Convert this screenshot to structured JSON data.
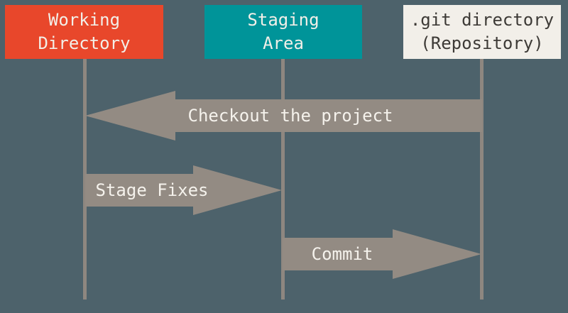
{
  "diagram": {
    "title": "git-areas-lifecycle",
    "columns": [
      {
        "id": "working-directory",
        "label": "Working\nDirectory",
        "color": "#e8472b",
        "text_color": "#f2efe8"
      },
      {
        "id": "staging-area",
        "label": "Staging\nArea",
        "color": "#009499",
        "text_color": "#f2efe8"
      },
      {
        "id": "git-directory",
        "label": ".git directory\n(Repository)",
        "color": "#f2efe9",
        "text_color": "#3d3a36"
      }
    ],
    "arrows": [
      {
        "id": "checkout",
        "label": "Checkout the project",
        "from": "git-directory",
        "to": "working-directory",
        "direction": "left"
      },
      {
        "id": "stage-fixes",
        "label": "Stage Fixes",
        "from": "working-directory",
        "to": "staging-area",
        "direction": "right"
      },
      {
        "id": "commit",
        "label": "Commit",
        "from": "staging-area",
        "to": "git-directory",
        "direction": "right"
      }
    ],
    "colors": {
      "background": "#4d626b",
      "arrow_fill": "#938b83",
      "lifeline": "#8e8780",
      "arrow_text": "#f5f2ec"
    }
  }
}
